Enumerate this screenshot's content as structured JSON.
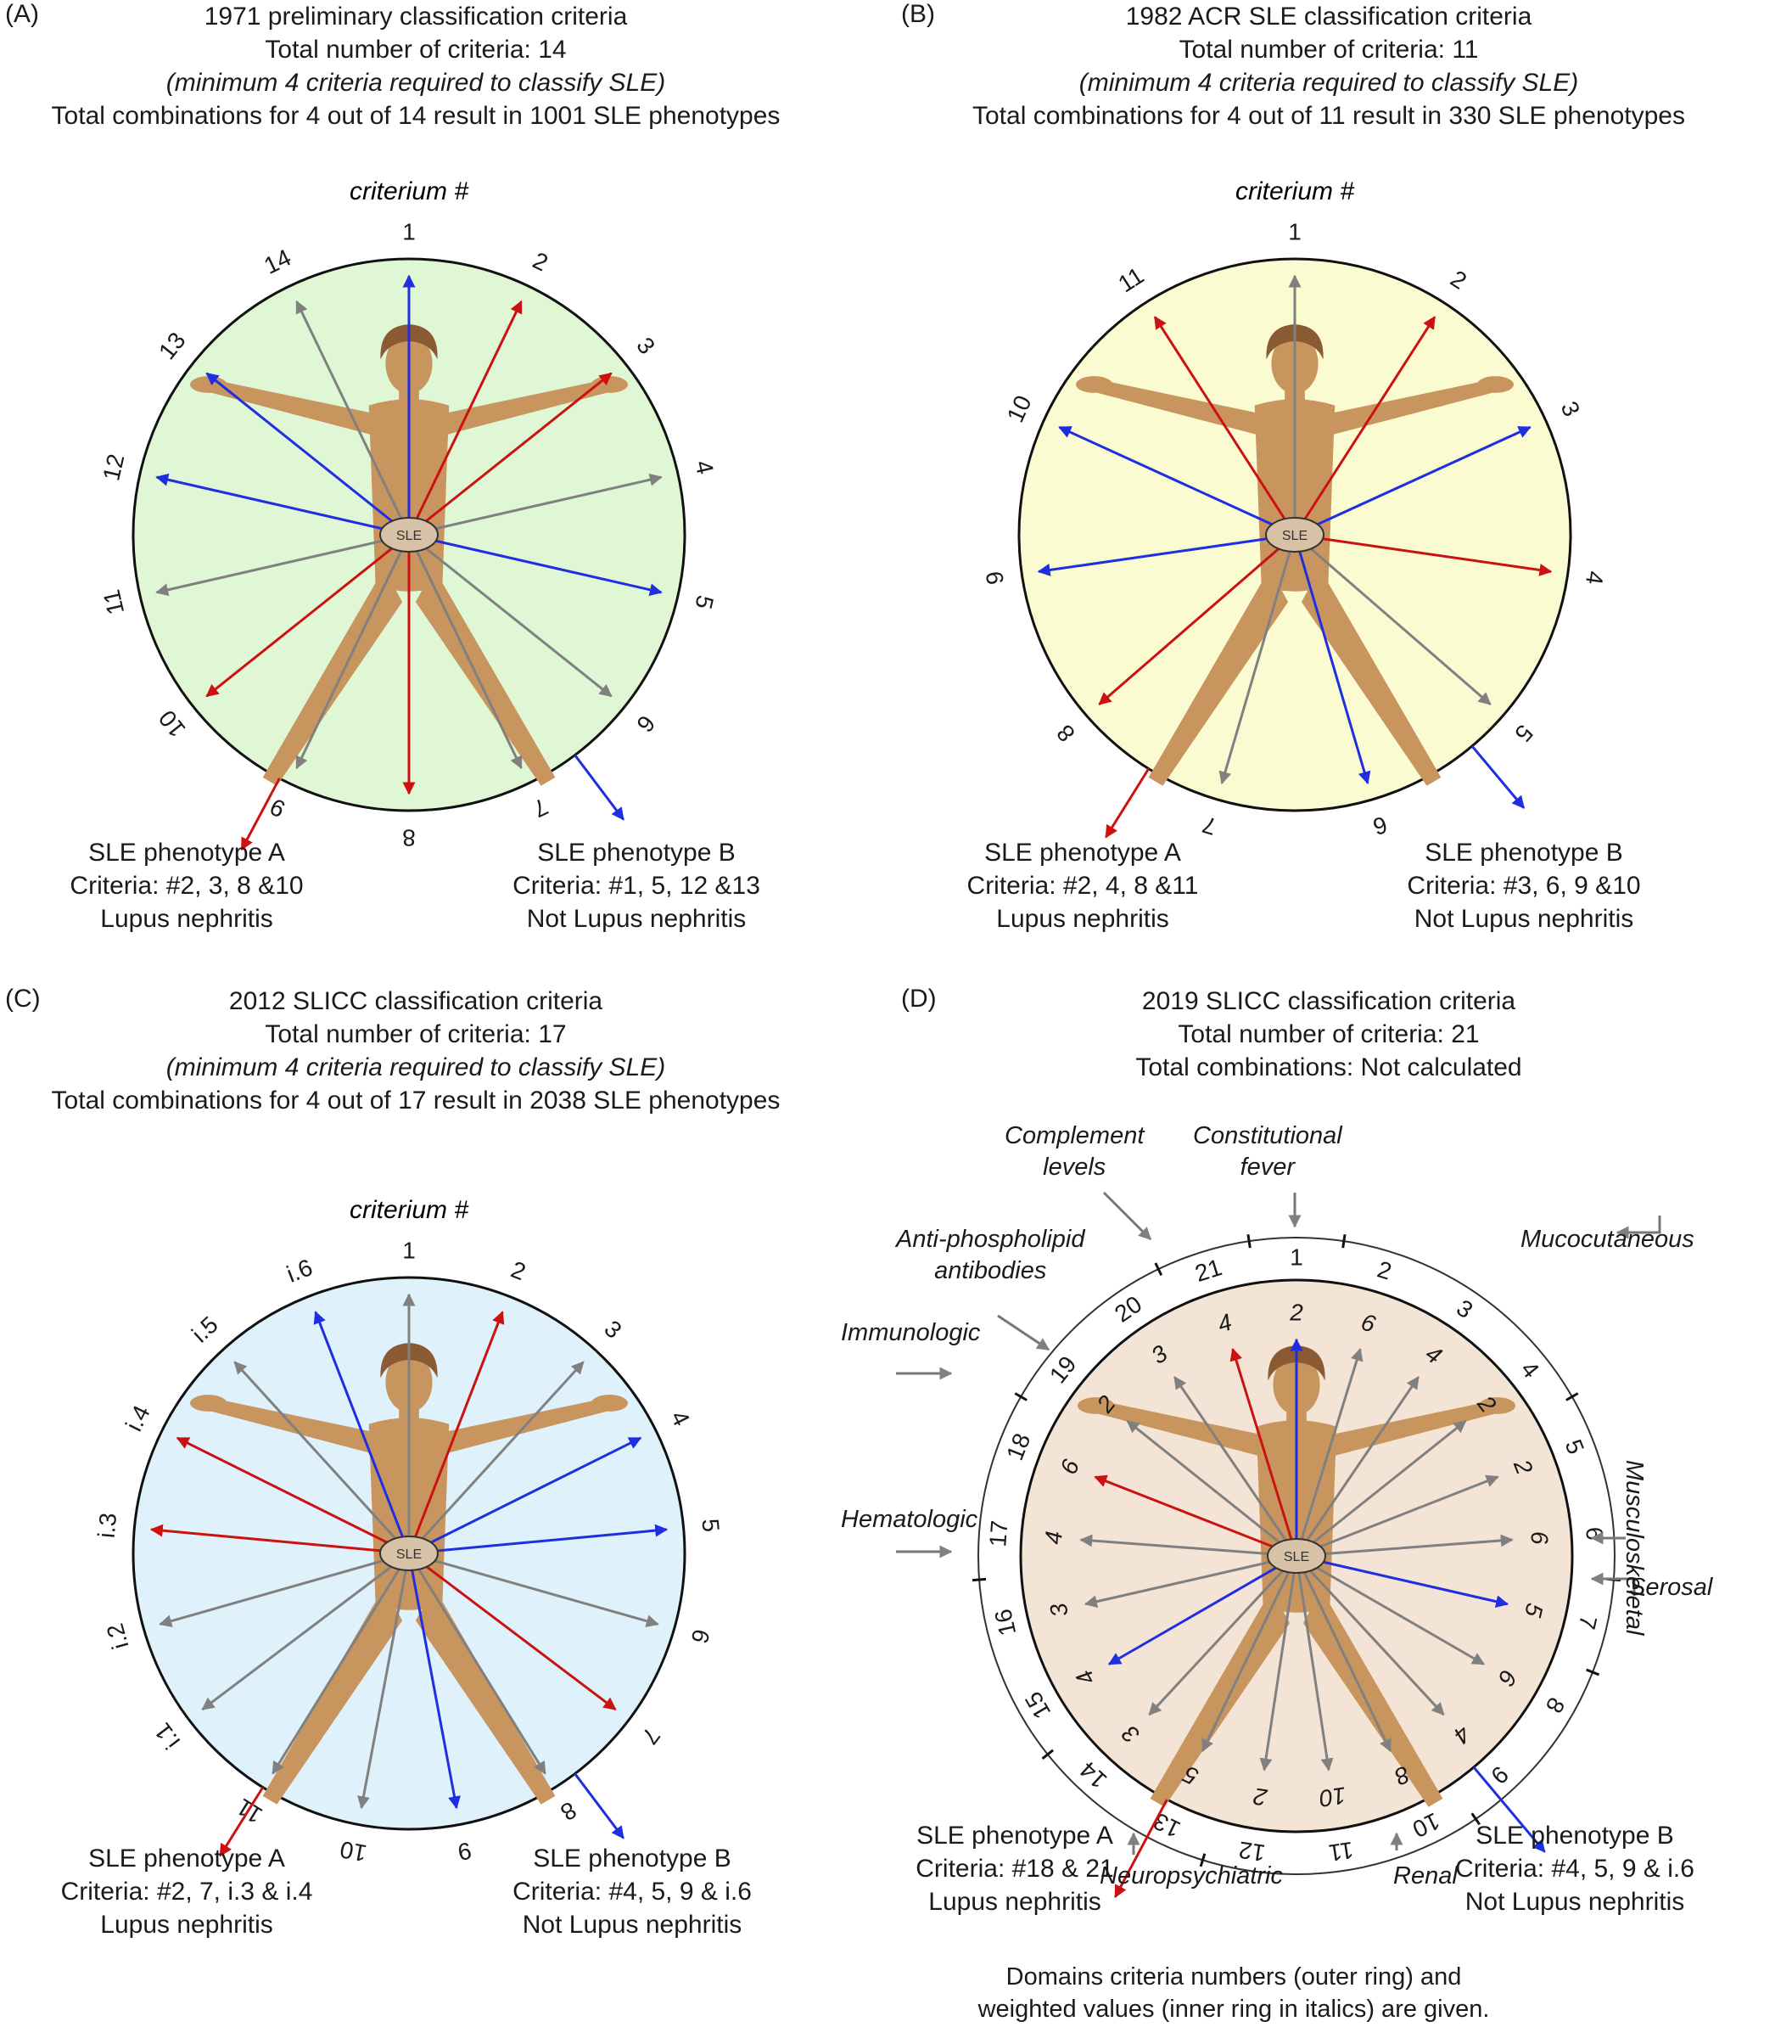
{
  "panels": [
    {
      "label": "(A)",
      "header": {
        "title": "1971 preliminary classification criteria",
        "total": "Total number of criteria: 14",
        "minimum": "(minimum 4 criteria required to classify SLE)",
        "combinations": "Total combinations for 4 out of 14 result in 1001 SLE phenotypes"
      },
      "criterium_label": "criterium #",
      "center_label": "SLE",
      "circle_color": "#dff7d4",
      "criteria": [
        "1",
        "2",
        "3",
        "4",
        "5",
        "6",
        "7",
        "8",
        "9",
        "10",
        "11",
        "12",
        "13",
        "14"
      ],
      "arrow_colors": [
        "blue",
        "red",
        "red",
        "gray",
        "blue",
        "gray",
        "gray",
        "red",
        "gray",
        "red",
        "gray",
        "blue",
        "blue",
        "gray"
      ],
      "phenotype_a": {
        "title": "SLE phenotype A",
        "criteria": "Criteria: #2, 3, 8 &10",
        "note": "Lupus nephritis"
      },
      "phenotype_b": {
        "title": "SLE phenotype B",
        "criteria": "Criteria: #1, 5, 12 &13",
        "note": "Not Lupus nephritis"
      }
    },
    {
      "label": "(B)",
      "header": {
        "title": "1982 ACR SLE classification criteria",
        "total": "Total number of criteria: 11",
        "minimum": "(minimum 4 criteria required to classify SLE)",
        "combinations": "Total combinations for 4 out of 11 result in 330 SLE phenotypes"
      },
      "criterium_label": "criterium #",
      "center_label": "SLE",
      "circle_color": "#fbfbd2",
      "criteria": [
        "1",
        "2",
        "3",
        "4",
        "5",
        "6",
        "7",
        "8",
        "9",
        "10",
        "11"
      ],
      "arrow_colors": [
        "gray",
        "red",
        "blue",
        "red",
        "gray",
        "blue",
        "gray",
        "red",
        "blue",
        "blue",
        "red"
      ],
      "phenotype_a": {
        "title": "SLE phenotype A",
        "criteria": "Criteria: #2, 4, 8 &11",
        "note": "Lupus nephritis"
      },
      "phenotype_b": {
        "title": "SLE phenotype B",
        "criteria": "Criteria: #3, 6, 9 &10",
        "note": "Not Lupus nephritis"
      }
    },
    {
      "label": "(C)",
      "header": {
        "title": "2012 SLICC classification criteria",
        "total": "Total number of criteria: 17",
        "minimum": "(minimum 4 criteria required to classify SLE)",
        "combinations": "Total combinations for 4 out of 17 result in 2038 SLE phenotypes"
      },
      "criterium_label": "criterium #",
      "center_label": "SLE",
      "circle_color": "#dff1fb",
      "criteria": [
        "1",
        "2",
        "3",
        "4",
        "5",
        "6",
        "7",
        "8",
        "9",
        "10",
        "11",
        "i.1",
        "i.2",
        "i.3",
        "i.4",
        "i.5",
        "i.6"
      ],
      "arrow_colors": [
        "gray",
        "red",
        "gray",
        "blue",
        "blue",
        "gray",
        "red",
        "gray",
        "blue",
        "gray",
        "gray",
        "gray",
        "gray",
        "red",
        "red",
        "gray",
        "blue"
      ],
      "phenotype_a": {
        "title": "SLE phenotype A",
        "criteria": "Criteria: #2, 7, i.3 & i.4",
        "note": "Lupus nephritis"
      },
      "phenotype_b": {
        "title": "SLE phenotype B",
        "criteria": "Criteria: #4, 5, 9 & i.6",
        "note": "Not Lupus nephritis"
      }
    },
    {
      "label": "(D)",
      "header": {
        "title": "2019 SLICC classification criteria",
        "total": "Total number of criteria: 21",
        "combinations": "Total combinations: Not calculated"
      },
      "center_label": "SLE",
      "circle_color": "#f3e4d6",
      "outer_numbers": [
        "1",
        "2",
        "3",
        "4",
        "5",
        "6",
        "7",
        "8",
        "9",
        "10",
        "11",
        "12",
        "13",
        "14",
        "15",
        "16",
        "17",
        "18",
        "19",
        "20",
        "21"
      ],
      "inner_weights": [
        "2",
        "6",
        "4",
        "2",
        "2",
        "6",
        "5",
        "6",
        "4",
        "8",
        "10",
        "2",
        "5",
        "3",
        "4",
        "3",
        "4",
        "6",
        "2",
        "3",
        "4"
      ],
      "arrow_colors": [
        "blue",
        "gray",
        "gray",
        "gray",
        "gray",
        "gray",
        "blue",
        "gray",
        "gray",
        "gray",
        "gray",
        "gray",
        "gray",
        "gray",
        "blue",
        "gray",
        "gray",
        "red",
        "gray",
        "gray",
        "red"
      ],
      "domains": {
        "constitutional": "Constitutional\nfever",
        "complement": "Complement\nlevels",
        "antiphospholipid": "Anti-phospholipid\nantibodies",
        "immunologic": "Immunologic",
        "hematologic": "Hematologic",
        "neuropsychiatric": "Neuropsychiatric",
        "renal": "Renal",
        "serosal": "Serosal",
        "musculoskeletal": "Musculoskeletal",
        "mucocutaneous": "Mucocutaneous"
      },
      "phenotype_a": {
        "title": "SLE phenotype A",
        "criteria": "Criteria: #18 & 21",
        "note": "Lupus nephritis"
      },
      "phenotype_b": {
        "title": "SLE phenotype B",
        "criteria": "Criteria: #4, 5, 9 & i.6",
        "note": "Not Lupus nephritis"
      },
      "footnote_line1": "Domains criteria numbers (outer ring) and",
      "footnote_line2": "weighted values (inner ring in italics) are given."
    }
  ],
  "colors": {
    "blue": "#1f2ee0",
    "red": "#cc1111",
    "gray": "#808080",
    "skin": "#c9955f",
    "hair": "#8a5a33"
  }
}
